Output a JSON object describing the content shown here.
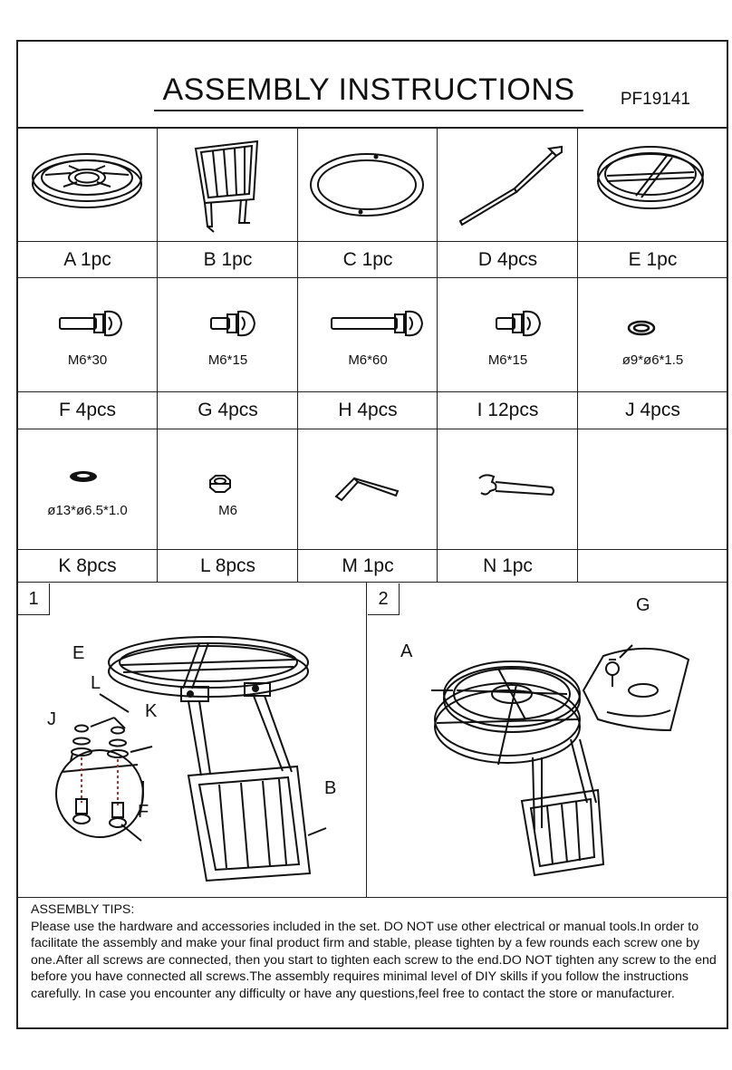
{
  "header": {
    "title": "ASSEMBLY INSTRUCTIONS",
    "code": "PF19141"
  },
  "parts_row1": [
    {
      "label": "A 1pc",
      "icon": "tray-ring-icon"
    },
    {
      "label": "B 1pc",
      "icon": "leg-frame-icon"
    },
    {
      "label": "C 1pc",
      "icon": "footrest-ring-icon"
    },
    {
      "label": "D 4pcs",
      "icon": "leg-icon"
    },
    {
      "label": "E 1pc",
      "icon": "cross-ring-icon"
    }
  ],
  "parts_row2": [
    {
      "label": "F 4pcs",
      "size": "M6*30",
      "icon": "bolt-icon"
    },
    {
      "label": "G 4pcs",
      "size": "M6*15",
      "icon": "bolt-icon"
    },
    {
      "label": "H 4pcs",
      "size": "M6*60",
      "icon": "bolt-icon"
    },
    {
      "label": "I 12pcs",
      "size": "M6*15",
      "icon": "bolt-icon"
    },
    {
      "label": "J 4pcs",
      "size": "ø9*ø6*1.5",
      "icon": "spring-washer-icon"
    }
  ],
  "parts_row3": [
    {
      "label": "K 8pcs",
      "size": "ø13*ø6.5*1.0",
      "icon": "flat-washer-icon"
    },
    {
      "label": "L 8pcs",
      "size": "M6",
      "icon": "nut-icon"
    },
    {
      "label": "M 1pc",
      "size": "",
      "icon": "allen-key-icon"
    },
    {
      "label": "N 1pc",
      "size": "",
      "icon": "wrench-icon"
    },
    {
      "label": "",
      "size": "",
      "icon": ""
    }
  ],
  "steps": [
    {
      "number": "1",
      "callouts": {
        "e": "E",
        "l": "L",
        "j": "J",
        "k": "K",
        "f": "F",
        "b": "B"
      }
    },
    {
      "number": "2",
      "callouts": {
        "a": "A",
        "g": "G"
      }
    }
  ],
  "tips": {
    "heading": "ASSEMBLY TIPS:",
    "body": "Please use the hardware and accessories included in the set. DO NOT use other electrical or manual tools.In order to facilitate the assembly and make your final product firm and stable, please tighten by a few rounds each screw one by one.After all screws are connected, then you start to tighten each screw to the end.DO NOT tighten any screw to the end before you have connected all screws.The assembly requires minimal level of DIY skills if you follow the instructions carefully. In case you encounter any difficulty or have any questions,feel free to contact the store or manufacturer."
  }
}
